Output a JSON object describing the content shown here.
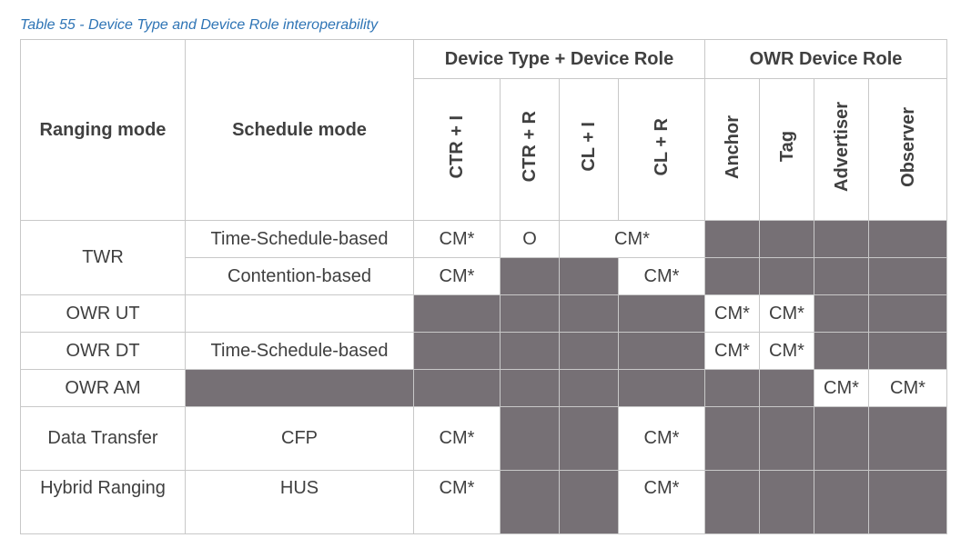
{
  "caption": "Table 55 - Device Type and Device Role interoperability",
  "header": {
    "ranging_mode": "Ranging mode",
    "schedule_mode": "Schedule mode",
    "group_device": "Device Type + Device Role",
    "group_owr": "OWR Device Role",
    "columns": [
      "CTR + I",
      "CTR + R",
      "CL + I",
      "CL + R",
      "Anchor",
      "Tag",
      "Advertiser",
      "Observer"
    ]
  },
  "colors": {
    "shaded": "#767075",
    "border": "#c8c8c8",
    "caption": "#2e74b5",
    "text": "#3f3f3f"
  },
  "rows": {
    "twr": {
      "mode": "TWR",
      "time_schedule": {
        "schedule": "Time-Schedule-based",
        "ctr_i": "CM*",
        "ctr_r": "O",
        "cl_merged": "CM*"
      },
      "contention": {
        "schedule": "Contention-based",
        "ctr_i": "CM*",
        "cl_r": "CM*"
      }
    },
    "owr_ut": {
      "mode": "OWR UT",
      "anchor": "CM*",
      "tag": "CM*"
    },
    "owr_dt": {
      "mode": "OWR DT",
      "schedule": "Time-Schedule-based",
      "anchor": "CM*",
      "tag": "CM*"
    },
    "owr_am": {
      "mode": "OWR AM",
      "advertiser": "CM*",
      "observer": "CM*"
    },
    "data_transfer": {
      "mode": "Data Transfer",
      "schedule": "CFP",
      "ctr_i": "CM*",
      "cl_r": "CM*"
    },
    "hybrid": {
      "mode": "Hybrid Ranging",
      "schedule": "HUS",
      "ctr_i": "CM*",
      "cl_r": "CM*"
    }
  }
}
